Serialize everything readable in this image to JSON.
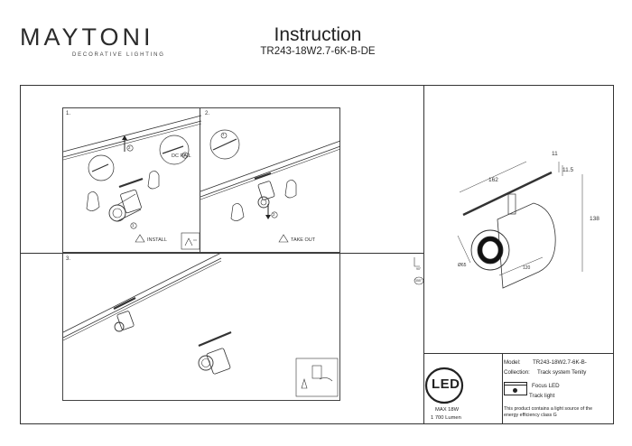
{
  "brand": {
    "name": "MAYTONI",
    "tagline": "DECORATIVE LIGHTING"
  },
  "header": {
    "title": "Instruction",
    "model": "TR243-18W2.7-6K-B-DE"
  },
  "steps": [
    {
      "number": "1.",
      "rail_label": "DC RAIL",
      "callout_1": "1",
      "callout_2": "2",
      "callout_3": "3",
      "action_label": "INSTALL"
    },
    {
      "number": "2.",
      "callout_1": "1",
      "callout_2": "2",
      "action_label": "TAKE OUT"
    },
    {
      "number": "3."
    }
  ],
  "dimensions": {
    "width": "162",
    "height": "138",
    "top": "11",
    "side": "11.5",
    "diameter": "Ø65",
    "length": "120"
  },
  "rotation": {
    "tilt": "90°",
    "turn": "355°"
  },
  "specs": {
    "power": "MAX 18W",
    "lumen": "1 700 Lumen",
    "led_label": "LED",
    "model_label": "Model:",
    "model_value": "TR243-18W2.7-6K-B-",
    "collection_label": "Collection:",
    "collection_value": "Track system Tenity",
    "product_type_1": "Focus LED",
    "product_type_2": "Track light",
    "energy_note_1": "This product contains a light source of the",
    "energy_note_2": "energy efficiency class G"
  },
  "colors": {
    "line": "#333333",
    "text": "#222222"
  }
}
